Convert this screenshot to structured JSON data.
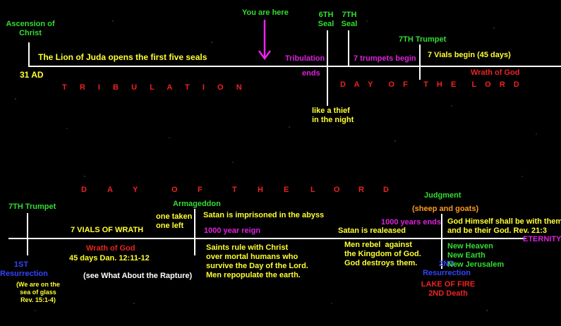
{
  "colors": {
    "background": "#000000",
    "line": "#ffffff",
    "green": "#33dd33",
    "yellow": "#ffff33",
    "magenta": "#dd22dd",
    "red": "#ee2222",
    "orange": "#ff9922",
    "blue": "#3344ff"
  },
  "top": {
    "ascension": "Ascension of\nChrist",
    "ad31": "31 AD",
    "lion": "The Lion of Juda opens the first five seals",
    "you_are_here": "You are here",
    "seal6": "6TH\nSeal",
    "seal7": "7TH\nSeal",
    "trumpet7": "7TH Trumpet",
    "tribulation": "Tribulation",
    "ends": "ends",
    "trumpets_begin": "7 trumpets begin",
    "vials_begin": "7 Vials begin (45 days)",
    "wrath": "Wrath of God",
    "tribulation_spaced": "T  R  I  B  U  L  A  T  I  O  N",
    "day_of_lord": "D  A  Y    O  F    T  H  E    L  O  R  D",
    "thief": "like a thief\nin the night"
  },
  "bottom": {
    "day_of_lord": [
      "D",
      "A",
      "Y",
      "O",
      "F",
      "T",
      "H",
      "E",
      "L",
      "O",
      "R",
      "D"
    ],
    "trumpet7": "7TH Trumpet",
    "vials_of_wrath": "7 VIALS OF WRATH",
    "wrath": "Wrath of God",
    "days45": "45 days Dan. 12:11-12",
    "rapture": "(see What About the Rapture)",
    "res1": "1ST\nResurrection",
    "glass": "(We are on the\nsea of glass\nRev. 15:1-4)",
    "armageddon": "Armageddon",
    "taken": "one taken\none left",
    "satan_prison": "Satan is imprisoned in the abyss",
    "year1000": "1000 year reign",
    "saints": "Saints rule with Christ\nover mortal humans who\nsurvive the Day of the Lord.\nMen repopulate the earth.",
    "judgment": "Judgment",
    "sheep": "(sheep and goats)",
    "years_end": "1000 years ends",
    "satan_released": "Satan is realeased",
    "rebel": "Men rebel  against\nthe Kingdom of God.\nGod destroys them.",
    "res2": "2ND\nResurrection",
    "lake": "LAKE OF FIRE\n2ND Death",
    "god_himself": "God Himself shall be with them\nand be their God. Rev. 21:3",
    "eternity": "ETERNITY",
    "new_things": "New Heaven\nNew Earth\nNew Jerusalem"
  }
}
